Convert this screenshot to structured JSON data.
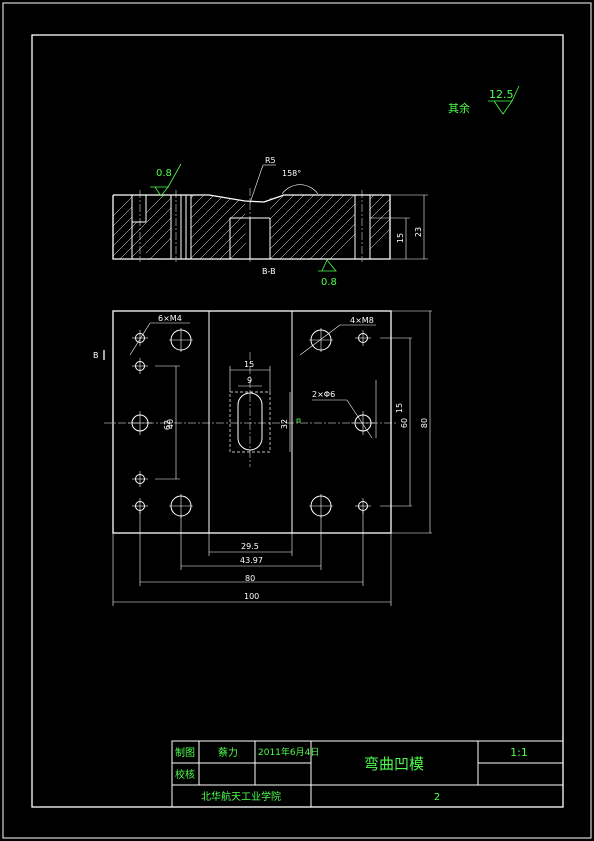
{
  "roughness": {
    "other_label": "其余",
    "other_value": "12.5",
    "section_top": "0.8",
    "section_bottom": "0.8"
  },
  "section": {
    "label": "B-B",
    "radius": "R5",
    "angle": "158°",
    "height_total": "23",
    "height_inner": "15"
  },
  "plan": {
    "section_marker": "B",
    "holes_m4": "6×M4",
    "holes_m8": "4×M8",
    "pins": "2×Φ6",
    "dim_15": "15",
    "dim_9": "9",
    "dim_29_5": "29.5",
    "dim_43_97": "43.97",
    "dim_80": "80",
    "dim_100": "100",
    "dim_62": "62",
    "dim_40": "40",
    "dim_60": "60",
    "dim_80v": "80",
    "dim_32": "32",
    "dim_15v": "15"
  },
  "title_block": {
    "drawn_label": "制图",
    "drawn_by": "蔡力",
    "date": "2011年6月4日",
    "checked_label": "校核",
    "part_name": "弯曲凹模",
    "scale": "1:1",
    "school": "北华航天工业学院",
    "sheet_no": "2"
  }
}
